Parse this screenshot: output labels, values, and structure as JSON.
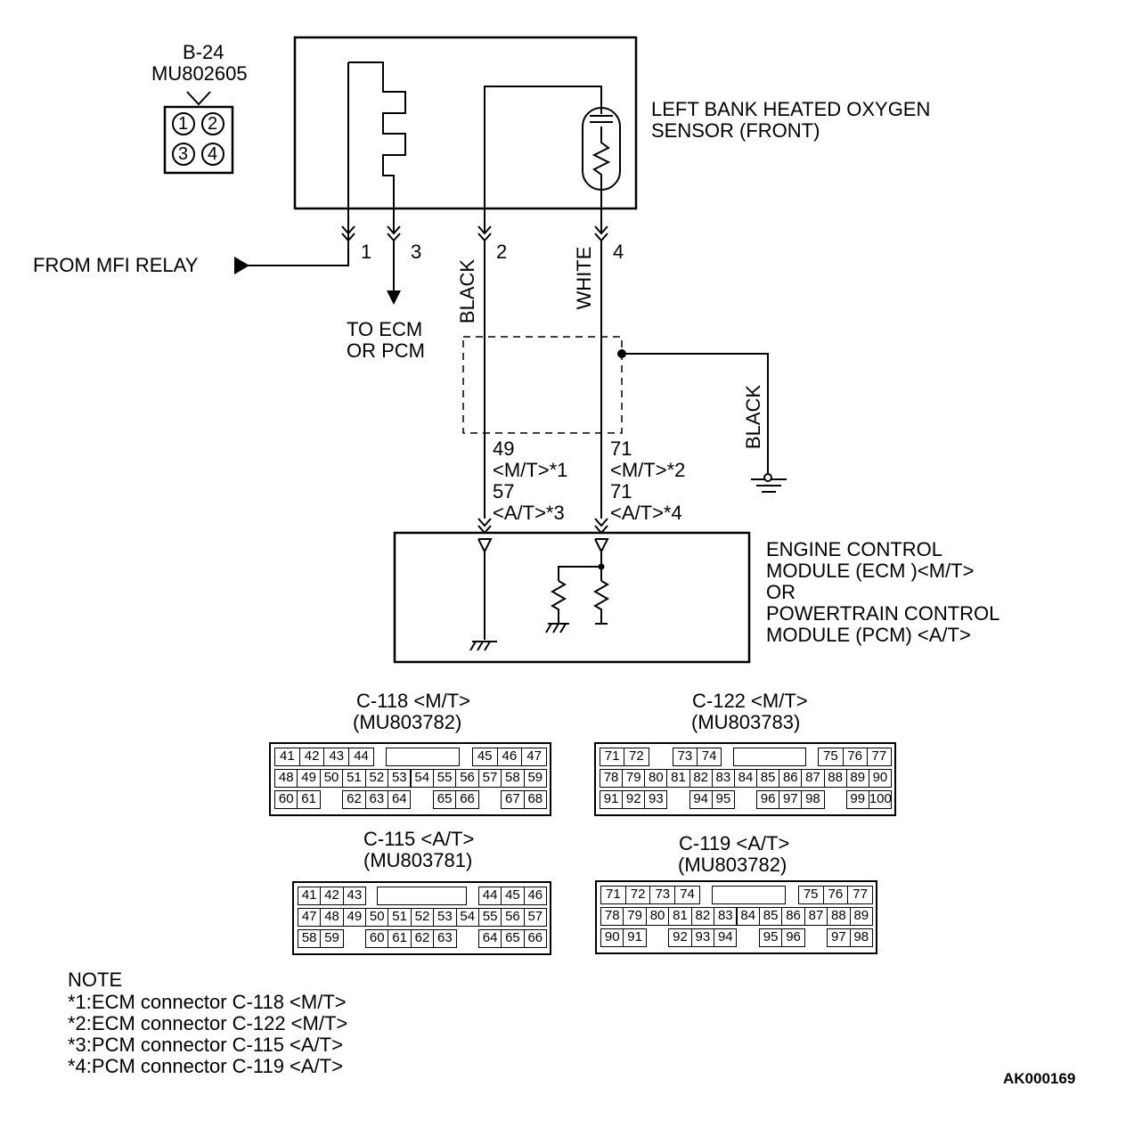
{
  "connector_b24": {
    "id": "B-24",
    "part": "MU802605",
    "pins": [
      "1",
      "2",
      "3",
      "4"
    ]
  },
  "sensor_label": [
    "LEFT BANK HEATED OXYGEN",
    "SENSOR (FRONT)"
  ],
  "mfi_relay": "FROM MFI RELAY",
  "to_ecm": [
    "TO ECM",
    "OR PCM"
  ],
  "pins": {
    "p1": "1",
    "p2": "2",
    "p3": "3",
    "p4": "4"
  },
  "wires": {
    "black": "BLACK",
    "white": "WHITE",
    "ground_black": "BLACK"
  },
  "terminals": {
    "left": [
      "49",
      "<M/T>*1",
      "57",
      "<A/T>*3"
    ],
    "right": [
      "71",
      "<M/T>*2",
      "71",
      "<A/T>*4"
    ]
  },
  "ecm_label": [
    "ENGINE CONTROL",
    "MODULE (ECM )<M/T>",
    "OR",
    "POWERTRAIN CONTROL",
    "MODULE (PCM) <A/T>"
  ],
  "connectors": [
    {
      "title": "C-118 <M/T>",
      "part": "(MU803782)",
      "rows": [
        [
          "41",
          "42",
          "43",
          "44",
          "",
          "",
          "",
          "",
          "45",
          "46",
          "47"
        ],
        [
          "48",
          "49",
          "50",
          "51",
          "52",
          "53",
          "54",
          "55",
          "56",
          "57",
          "58",
          "59"
        ],
        [
          "60",
          "61",
          "",
          "62",
          "63",
          "64",
          "",
          "65",
          "66",
          "",
          "67",
          "68"
        ]
      ]
    },
    {
      "title": "C-122 <M/T>",
      "part": "(MU803783)",
      "rows": [
        [
          "71",
          "72",
          "",
          "73",
          "74",
          "",
          "",
          "",
          "",
          "75",
          "76",
          "77"
        ],
        [
          "78",
          "79",
          "80",
          "81",
          "82",
          "83",
          "84",
          "85",
          "86",
          "87",
          "88",
          "89",
          "90"
        ],
        [
          "91",
          "92",
          "93",
          "",
          "94",
          "95",
          "",
          "96",
          "97",
          "98",
          "",
          "99",
          "100"
        ]
      ]
    },
    {
      "title": "C-115 <A/T>",
      "part": "(MU803781)",
      "rows": [
        [
          "41",
          "42",
          "43",
          "",
          "",
          "",
          "",
          "",
          "44",
          "45",
          "46"
        ],
        [
          "47",
          "48",
          "49",
          "50",
          "51",
          "52",
          "53",
          "54",
          "55",
          "56",
          "57"
        ],
        [
          "58",
          "59",
          "",
          "60",
          "61",
          "62",
          "63",
          "",
          "64",
          "65",
          "66"
        ]
      ]
    },
    {
      "title": "C-119 <A/T>",
      "part": "(MU803782)",
      "rows": [
        [
          "71",
          "72",
          "73",
          "74",
          "",
          "",
          "",
          "",
          "75",
          "76",
          "77"
        ],
        [
          "78",
          "79",
          "80",
          "81",
          "82",
          "83",
          "84",
          "85",
          "86",
          "87",
          "88",
          "89"
        ],
        [
          "90",
          "91",
          "",
          "92",
          "93",
          "94",
          "",
          "95",
          "96",
          "",
          "97",
          "98"
        ]
      ]
    }
  ],
  "note": {
    "title": "NOTE",
    "lines": [
      "*1:ECM connector C-118 <M/T>",
      "*2:ECM connector C-122 <M/T>",
      "*3:PCM connector C-115 <A/T>",
      "*4:PCM connector C-119 <A/T>"
    ]
  },
  "figure_id": "AK000169"
}
